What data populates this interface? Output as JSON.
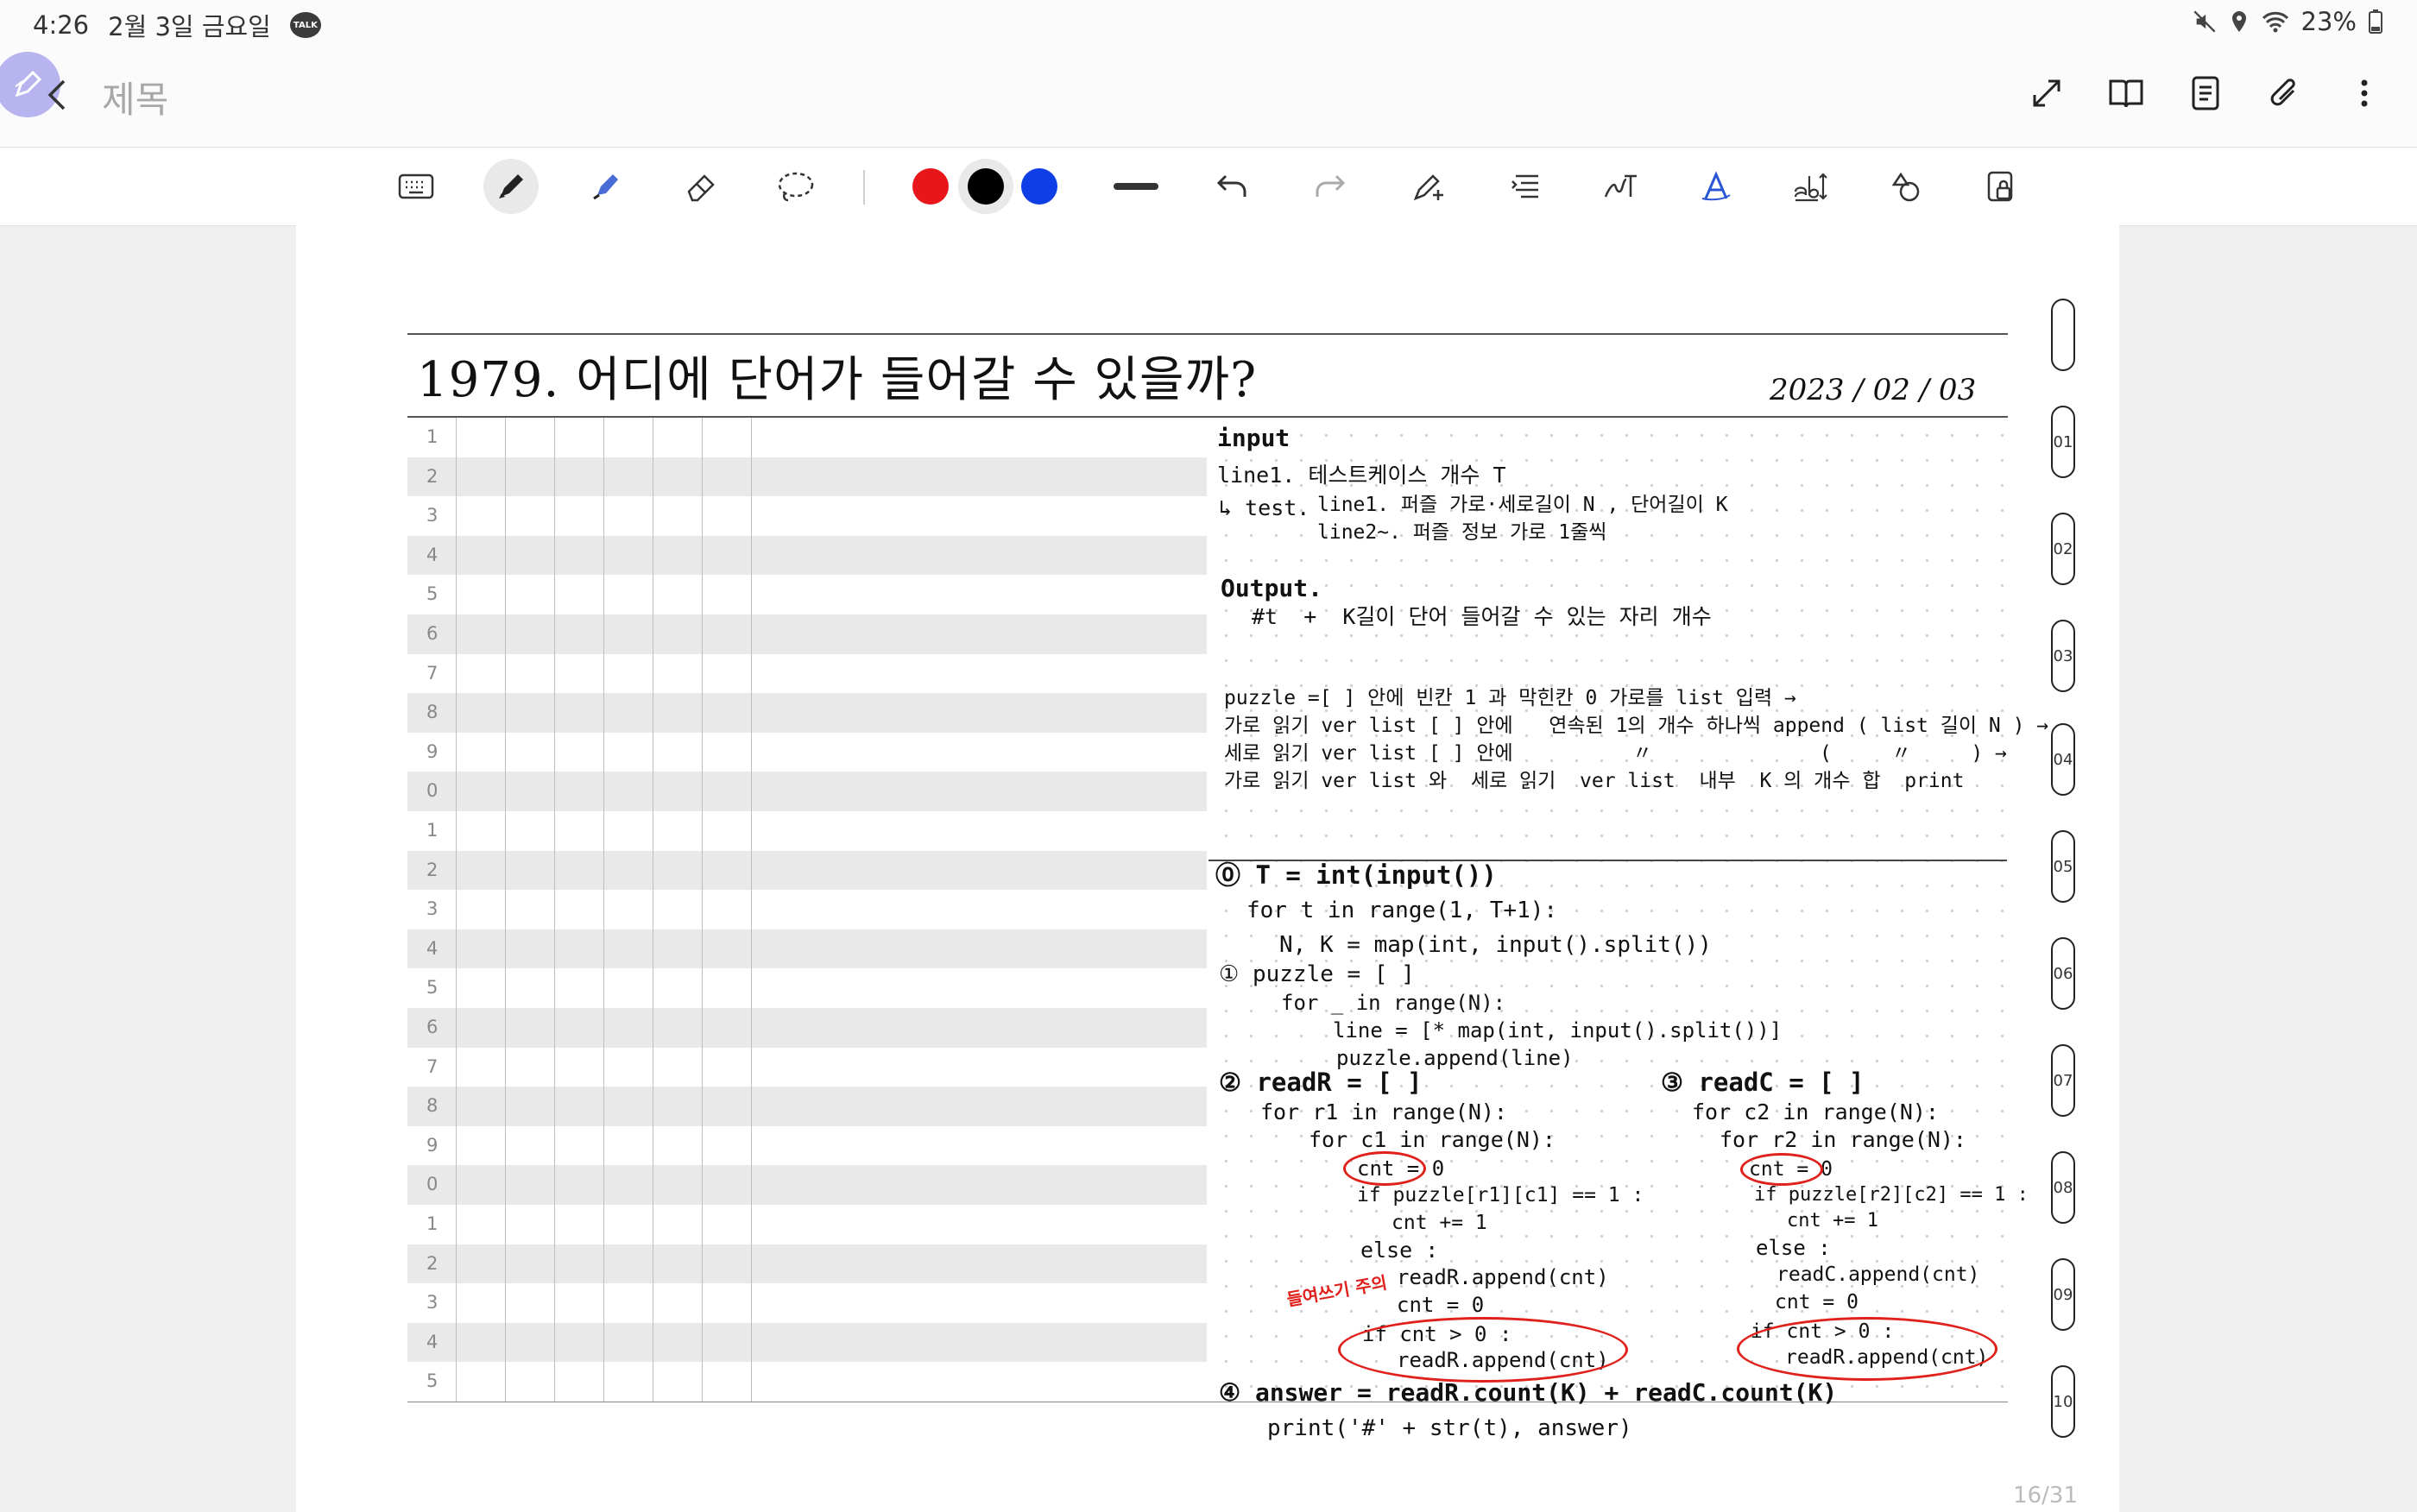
{
  "status": {
    "time": "4:26",
    "date": "2월 3일 금요일",
    "talk_badge": "TALK",
    "battery": "23%"
  },
  "titlebar": {
    "title": "제목"
  },
  "colors": {
    "red": "#e8161a",
    "black": "#000000",
    "blue": "#0d3ee6",
    "annotation_red": "#e0201b",
    "pen_bubble": "#b7b4ef"
  },
  "page": {
    "page_counter": "16/31",
    "note_title": "1979. 어디에 단어가 들어갈 수 있을까?",
    "note_date": "2023 / 02 / 03",
    "row_numbers": [
      "1",
      "2",
      "3",
      "4",
      "5",
      "6",
      "7",
      "8",
      "9",
      "0",
      "1",
      "2",
      "3",
      "4",
      "5",
      "6",
      "7",
      "8",
      "9",
      "0",
      "1",
      "2",
      "3",
      "4",
      "5"
    ],
    "tabs": [
      "",
      "01",
      "02",
      "03",
      "04",
      "05",
      "06",
      "07",
      "08",
      "09",
      "10"
    ]
  },
  "notes": {
    "input_heading": "input",
    "line1": "line1. 테스트케이스 개수 T",
    "test_arrow": "↳ test.",
    "test_l1": "line1. 퍼즐 가로·세로길이 N , 단어길이 K",
    "test_l2": "line2~. 퍼즐 정보 가로 1줄씩",
    "output_heading": "Output.",
    "output_l1": "#t  +  K길이 단어 들어갈 수 있는 자리 개수",
    "plan1": "puzzle =[ ] 안에 빈칸 1 과 막힌칸 0 가로를 list 입력 →",
    "plan2": "가로 읽기 ver list [ ] 안에   연속된 1의 개수 하나씩 append ( list 길이 N ) →",
    "plan3": "세로 읽기 ver list [ ] 안에          〃              (     〃     ) →",
    "plan4": "가로 읽기 ver list 와  세로 읽기  ver list  내부  K 의 개수 합  print",
    "c0": "⓪ T = int(input())",
    "c1": "for t in range(1, T+1):",
    "c2": "N, K = map(int, input().split())",
    "c3": "① puzzle = [ ]",
    "c4": "for _ in range(N):",
    "c5": "line = [* map(int, input().split())]",
    "c6": "puzzle.append(line)",
    "r0": "② readR = [ ]",
    "r1": "for r1 in range(N):",
    "r2": "for c1 in range(N):",
    "r3": "cnt = 0",
    "r4": "if puzzle[r1][c1] == 1 :",
    "r5": "cnt += 1",
    "r6": "else :",
    "r7": "readR.append(cnt)",
    "r8": "cnt = 0",
    "r9": "if cnt > 0 :",
    "r10": "readR.append(cnt)",
    "red_note": "들여쓰기 주의",
    "q0": "③ readC = [ ]",
    "q1": "for c2 in range(N):",
    "q2": "for r2 in range(N):",
    "q3": "cnt = 0",
    "q4": "if puzzle[r2][c2] == 1 :",
    "q5": "cnt += 1",
    "q6": "else :",
    "q7": "readC.append(cnt)",
    "q8": "cnt = 0",
    "q9": "if cnt > 0 :",
    "q10": "readR.append(cnt)",
    "a0": "④ answer = readR.count(K) + readC.count(K)",
    "a1": "print('#' + str(t), answer)"
  }
}
